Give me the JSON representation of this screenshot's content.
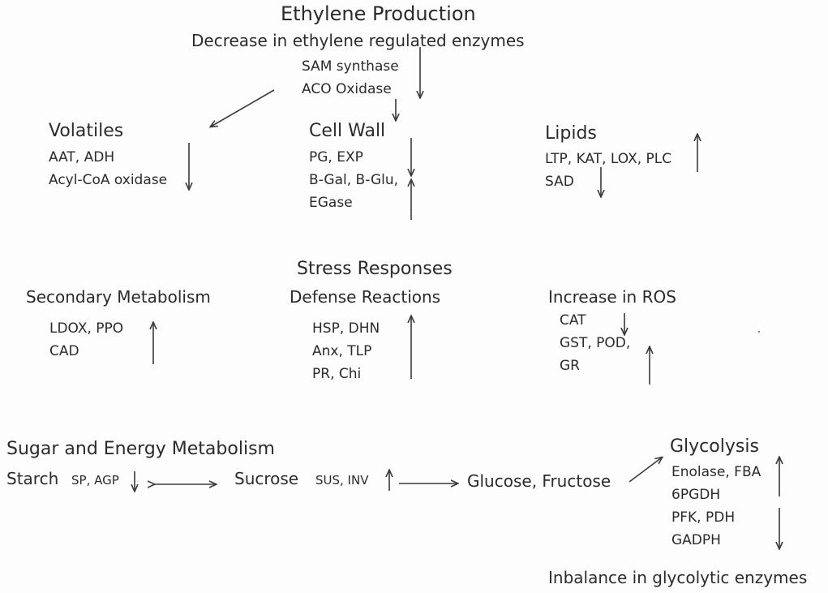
{
  "top": {
    "title": "Ethylene Production",
    "subtitle": "Decrease in ethylene regulated enzymes",
    "enzymes": [
      "SAM synthase",
      "ACO Oxidase"
    ]
  },
  "volatiles": {
    "title": "Volatiles",
    "enzymes": [
      "AAT, ADH",
      "Acyl-CoA oxidase"
    ]
  },
  "cell_wall": {
    "title": "Cell Wall",
    "enzymes": [
      "PG, EXP",
      "B-Gal, B-Glu,",
      "EGase"
    ]
  },
  "lipids": {
    "title": "Lipids",
    "enzymes": [
      "LTP, KAT, LOX, PLC",
      "SAD"
    ]
  },
  "stress": {
    "title": "Stress Responses"
  },
  "secondary": {
    "title": "Secondary Metabolism",
    "enzymes": [
      "LDOX, PPO",
      "CAD"
    ]
  },
  "defense": {
    "title": "Defense Reactions",
    "enzymes": [
      "HSP, DHN",
      "Anx, TLP",
      "PR, Chi"
    ]
  },
  "ros": {
    "title": "Increase in ROS",
    "enzymes": [
      "CAT",
      "GST, POD,",
      "GR"
    ]
  },
  "sugar": {
    "title": "Sugar and Energy Metabolism",
    "starch": "Starch",
    "starch_enzymes": "SP, AGP",
    "sucrose": "Sucrose",
    "sucrose_enzymes": "SUS, INV",
    "glucose": "Glucose, Fructose"
  },
  "glycolysis": {
    "title": "Glycolysis",
    "enzymes": [
      "Enolase, FBA",
      "6PGDH",
      "PFK, PDH",
      "GADPH"
    ],
    "footer": "Inbalance in glycolytic enzymes"
  }
}
